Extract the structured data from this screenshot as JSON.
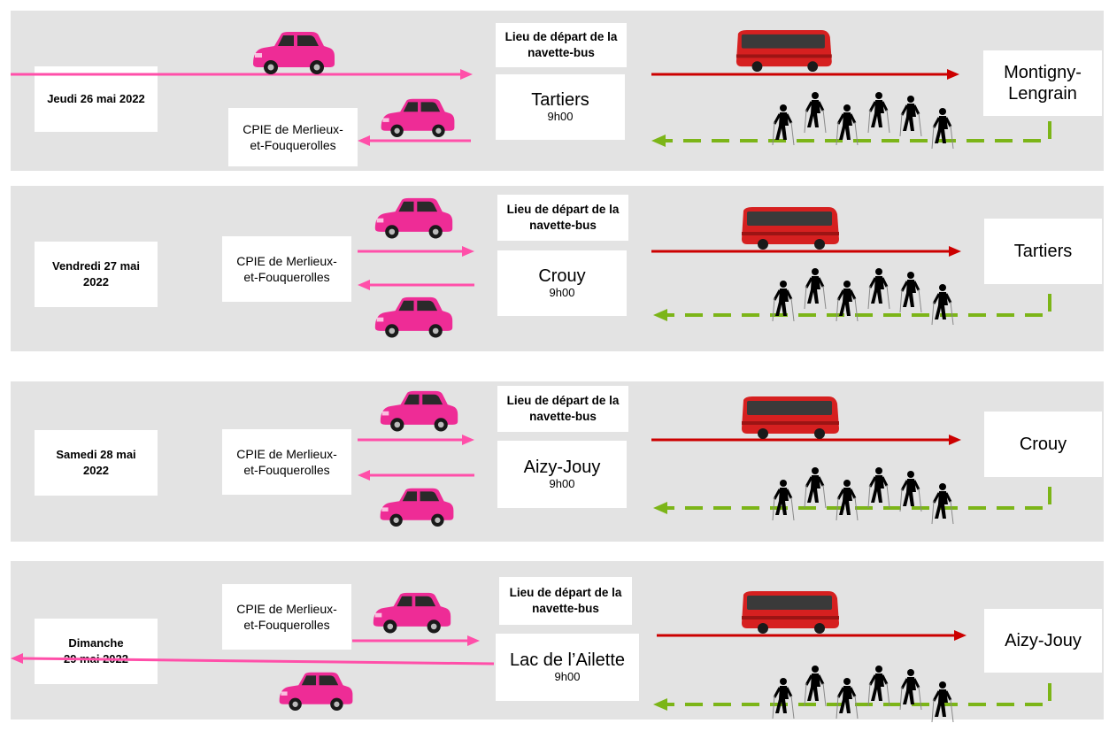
{
  "common": {
    "lieu_label": "Lieu de départ de la navette-bus",
    "cpie": "CPIE de Merlieux-et-Fouquerolles",
    "time": "9h00"
  },
  "colors": {
    "background_band": "#e3e3e3",
    "car_route": "#ff4fa9",
    "bus_route": "#cc0000",
    "walk_route": "#7cb518",
    "car": "#ee2c96",
    "bus": "#d62020"
  },
  "days": [
    {
      "date_line1": "Jeudi 26 mai 2022",
      "date_line2": "",
      "start": "Tartiers",
      "destination_line1": "Montigny-",
      "destination_line2": "Lengrain"
    },
    {
      "date_line1": "Vendredi 27 mai",
      "date_line2": "2022",
      "start": "Crouy",
      "destination_line1": "Tartiers",
      "destination_line2": ""
    },
    {
      "date_line1": "Samedi 28 mai",
      "date_line2": "2022",
      "start": "Aizy-Jouy",
      "destination_line1": "Crouy",
      "destination_line2": ""
    },
    {
      "date_line1": "Dimanche",
      "date_line2": "29 mai 2022",
      "start": "Lac de l’Ailette",
      "destination_line1": "Aizy-Jouy",
      "destination_line2": ""
    }
  ]
}
